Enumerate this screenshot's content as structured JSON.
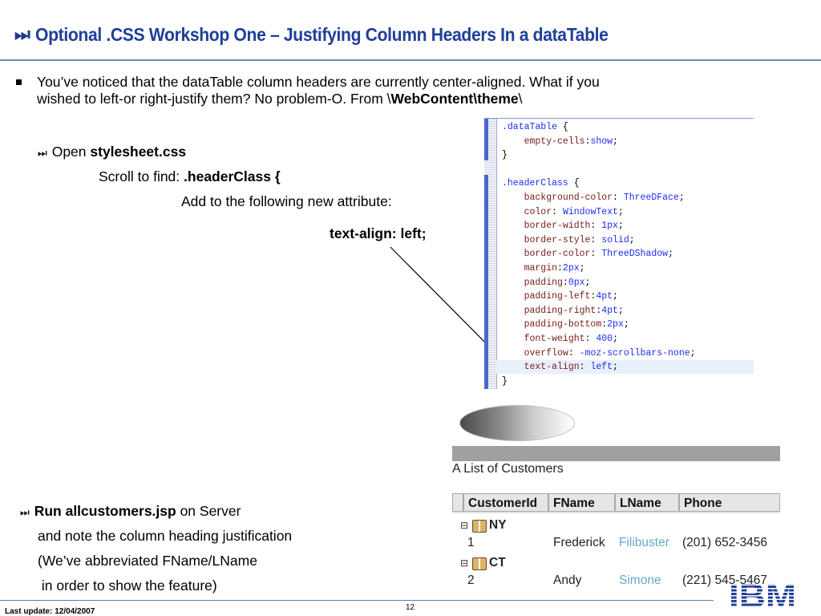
{
  "header": {
    "icon": "⏭",
    "title": "Optional .CSS Workshop  One – Justifying Column Headers In a dataTable"
  },
  "intro": {
    "line1": "You’ve noticed that the dataTable column headers are currently center-aligned.  What if you",
    "line2_a": "wished to left-or right-justify them?  No problem-O.   From \\",
    "line2_b": "WebContent\\theme",
    "line2_c": "\\"
  },
  "steps": {
    "icon": "⏭",
    "open_label": "Open ",
    "open_file": "stylesheet.css",
    "scroll_label": "Scroll to find: ",
    "scroll_target": ".headerClass {",
    "add_label": "Add to the following new attribute:",
    "attribute": "text-align: left;"
  },
  "run": {
    "icon": "⏭",
    "bold": "Run allcustomers.jsp",
    "rest": " on Server",
    "line2": "and note the column heading justification",
    "line3": "(We’ve abbreviated FName/LName",
    "line4": " in order to show the feature)"
  },
  "code": {
    "lines": [
      [
        ".dataTable {",
        "",
        ""
      ],
      [
        "    empty-cells",
        ":",
        "show;"
      ],
      [
        "}",
        "",
        ""
      ],
      [
        "",
        "",
        ""
      ],
      [
        ".headerClass {",
        "",
        ""
      ],
      [
        "    background-color",
        ": ",
        "ThreeDFace;"
      ],
      [
        "    color",
        ": ",
        "WindowText;"
      ],
      [
        "    border-width",
        ": ",
        "1px;"
      ],
      [
        "    border-style",
        ": ",
        "solid;"
      ],
      [
        "    border-color",
        ": ",
        "ThreeDShadow;"
      ],
      [
        "    margin",
        ":",
        "2px;"
      ],
      [
        "    padding",
        ":",
        "0px;"
      ],
      [
        "    padding-left",
        ":",
        "4pt;"
      ],
      [
        "    padding-right",
        ":",
        "4pt;"
      ],
      [
        "    padding-bottom",
        ":",
        "2px;"
      ],
      [
        "    font-weight",
        ": ",
        "400;"
      ],
      [
        "    overflow",
        ": ",
        "-moz-scrollbars-none;"
      ],
      [
        "    text-align",
        ": ",
        "left;"
      ],
      [
        "}",
        "",
        ""
      ]
    ]
  },
  "table": {
    "caption": "A List of Customers",
    "headers": [
      "CustomerId",
      "FName",
      "LName",
      "Phone"
    ],
    "groups": [
      {
        "toggle": "⊟",
        "name": "NY",
        "row": [
          "1",
          "Frederick",
          "Filibuster",
          "(201) 652-3456"
        ]
      },
      {
        "toggle": "⊟",
        "name": "CT",
        "row": [
          "2",
          "Andy",
          "Simone",
          "(221) 545-5467"
        ]
      }
    ]
  },
  "footer": {
    "last_update": "Last update: 12/04/2007",
    "page": "12",
    "logo": "IBM"
  },
  "colors": {
    "title": "#1f3f99",
    "code_property": "#7a1a1a",
    "code_value": "#1c2ef0",
    "link": "#6aa9c9"
  }
}
